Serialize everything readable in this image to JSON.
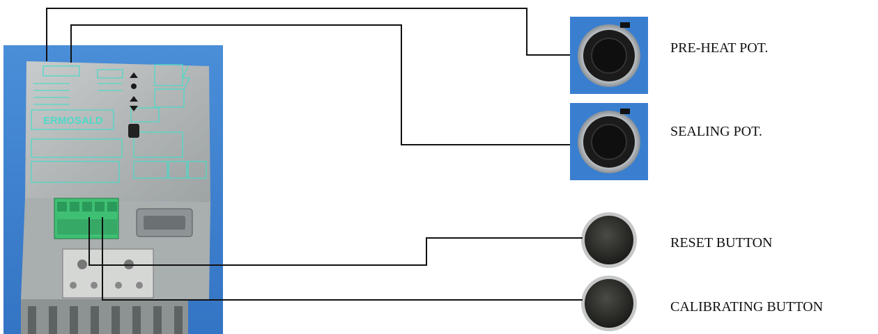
{
  "labels": {
    "preheat_pot": "PRE-HEAT POT.",
    "sealing_pot": "SEALING POT.",
    "reset_button": "RESET BUTTON",
    "calibrating_button": "CALIBRATING BUTTON"
  },
  "device": {
    "brand_text": "ERMOSALD"
  },
  "colors": {
    "photo_background": "#3a7fcf",
    "metal_case": "#b9bcbd",
    "panel_print": "#4fd9c8",
    "terminal_green": "#3fbf73",
    "wire": "#111111"
  }
}
